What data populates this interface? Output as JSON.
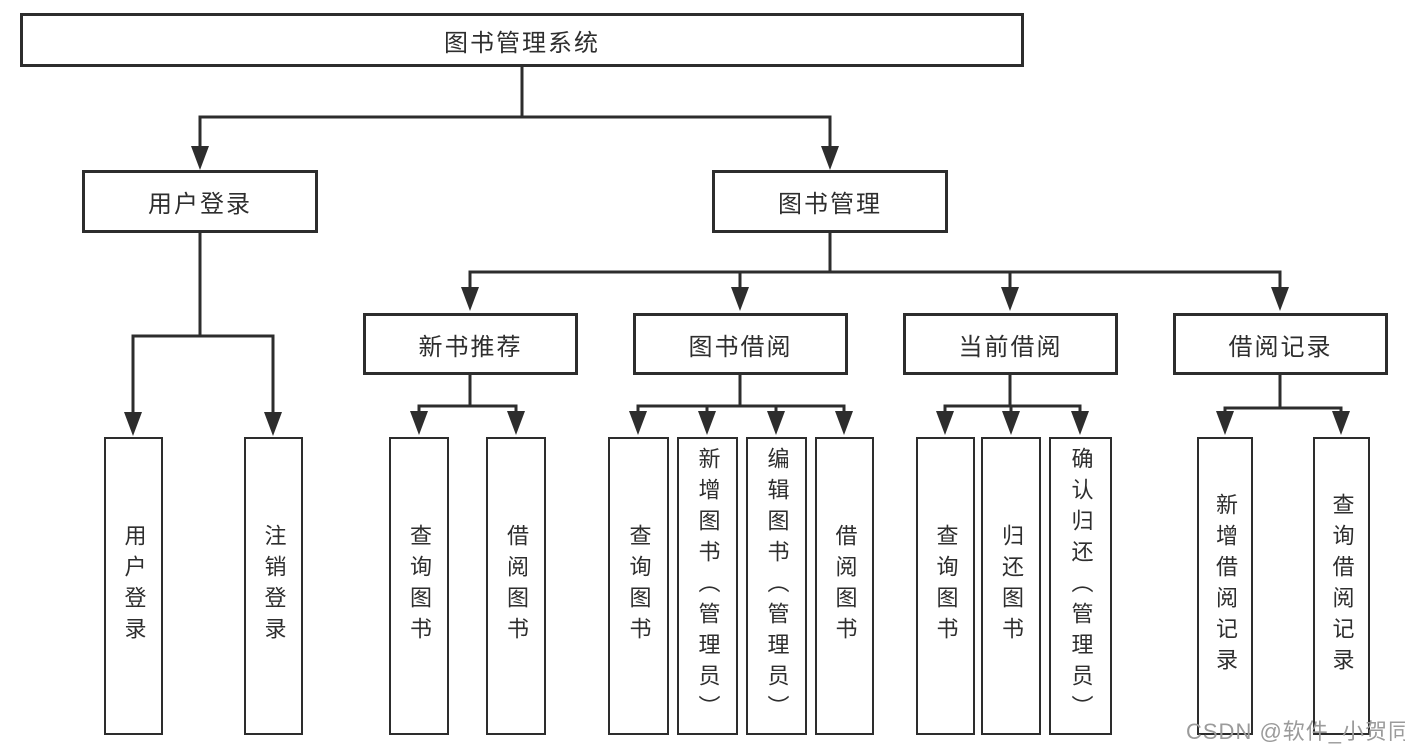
{
  "colors": {
    "background": "#ffffff",
    "line": "#2d2d2d",
    "box_border": "#2d2d2d",
    "box_fill": "#ffffff",
    "text": "#2e2e2e",
    "watermark": "#9b9b9b"
  },
  "tree": {
    "root": {
      "label": "图书管理系统"
    },
    "branches": [
      {
        "label": "用户登录",
        "children": [
          {
            "label": "用户登录"
          },
          {
            "label": "注销登录"
          }
        ]
      },
      {
        "label": "图书管理",
        "children": [
          {
            "label": "新书推荐",
            "children": [
              {
                "label": "查询图书"
              },
              {
                "label": "借阅图书"
              }
            ]
          },
          {
            "label": "图书借阅",
            "children": [
              {
                "label": "查询图书"
              },
              {
                "label": "新增图书（管理员）"
              },
              {
                "label": "编辑图书（管理员）"
              },
              {
                "label": "借阅图书"
              }
            ]
          },
          {
            "label": "当前借阅",
            "children": [
              {
                "label": "查询图书"
              },
              {
                "label": "归还图书"
              },
              {
                "label": "确认归还（管理员）"
              }
            ]
          },
          {
            "label": "借阅记录",
            "children": [
              {
                "label": "新增借阅记录"
              },
              {
                "label": "查询借阅记录"
              }
            ]
          }
        ]
      }
    ]
  },
  "watermark": {
    "text": "CSDN @软件_小贺同学"
  }
}
